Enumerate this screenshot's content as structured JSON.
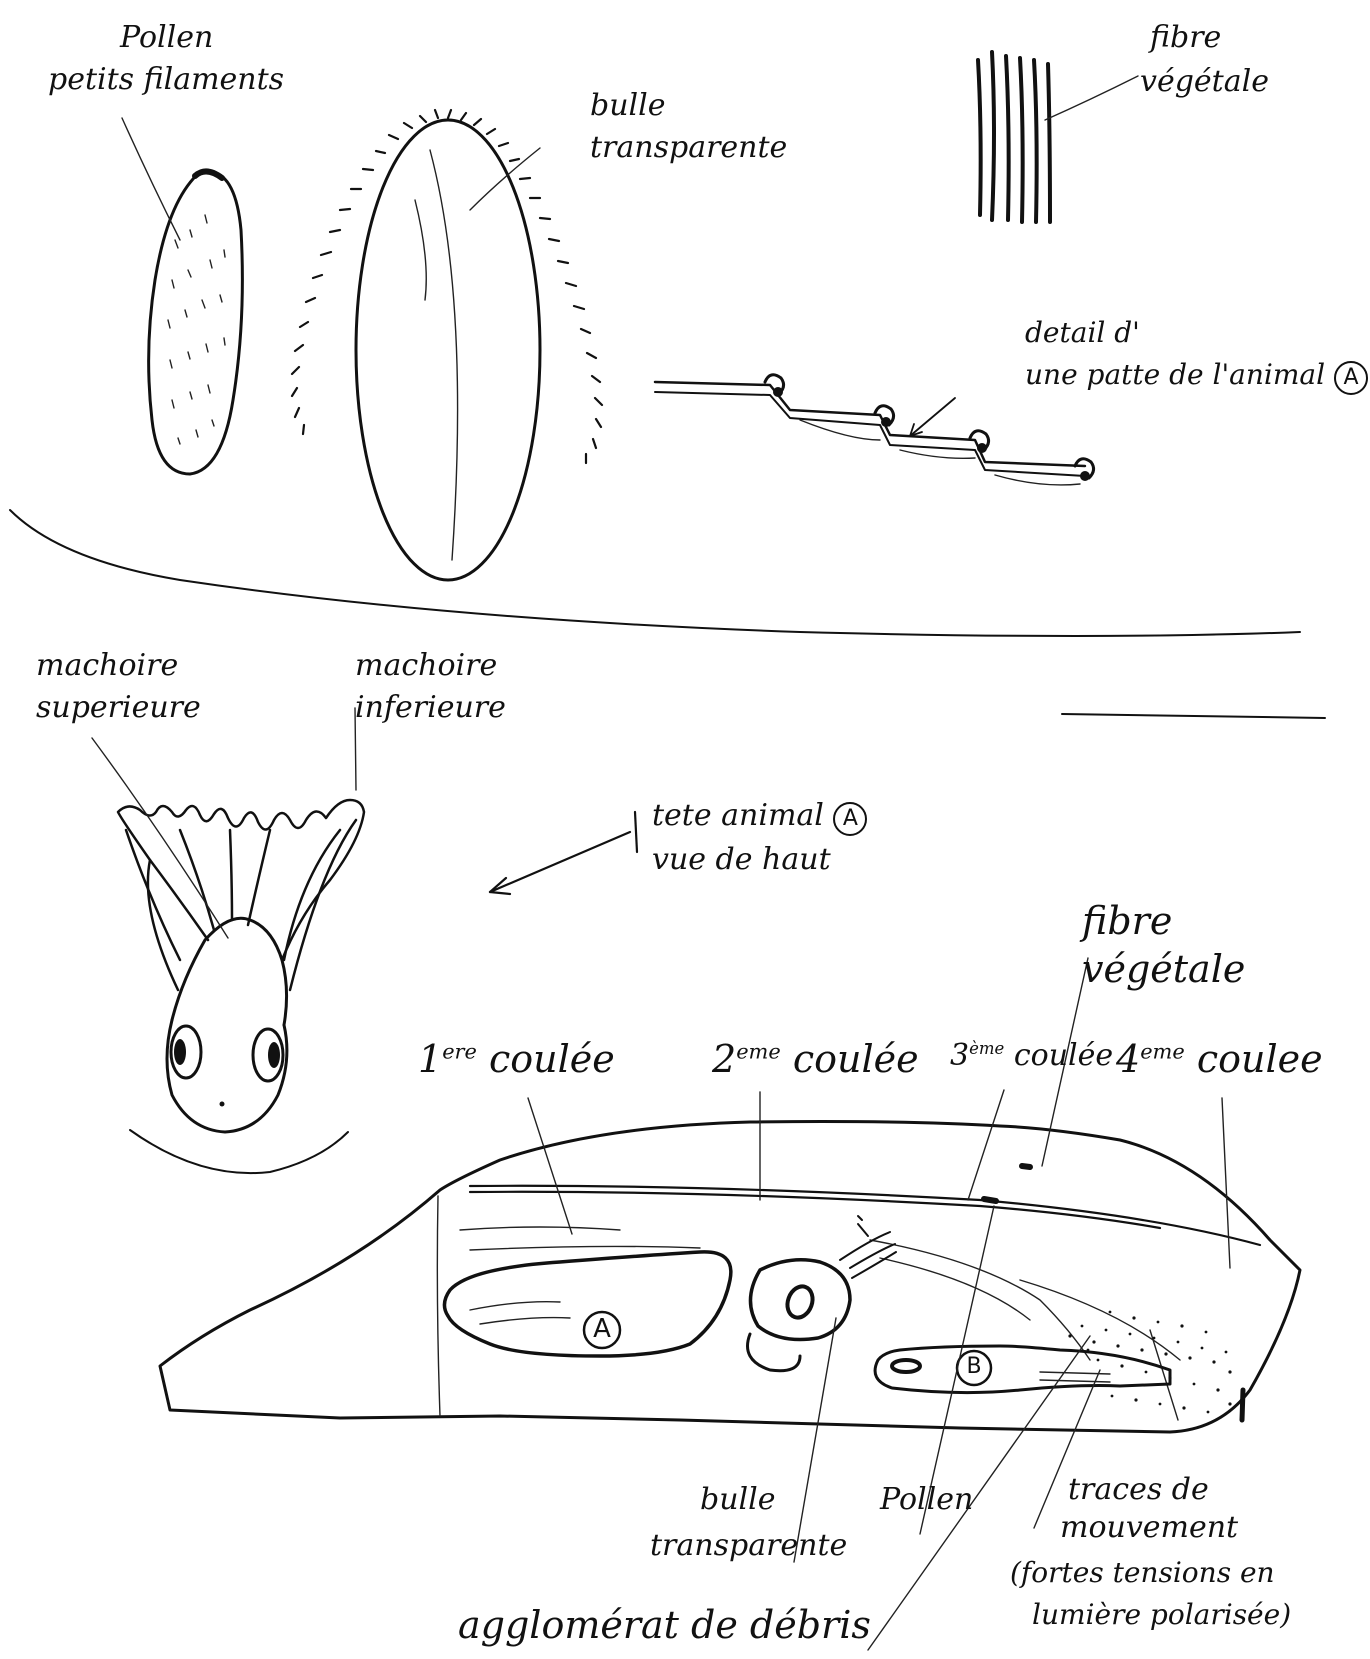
{
  "labels": {
    "pollen_top": "Pollen",
    "pollen_sub": "petits filaments",
    "bulle_top_1": "bulle",
    "bulle_top_2": "transparente",
    "fibre_top_1": "fibre",
    "fibre_top_2": "végétale",
    "detail_1": "detail d'",
    "detail_2": "une patte de l'animal",
    "detail_marker": "A",
    "machoire_sup_1": "machoire",
    "machoire_sup_2": "superieure",
    "machoire_inf_1": "machoire",
    "machoire_inf_2": "inferieure",
    "tete_1": "tete animal",
    "tete_marker": "A",
    "tete_2": "vue de haut",
    "fibre_bottom_1": "fibre",
    "fibre_bottom_2": "végétale",
    "coulee_1_num": "1",
    "coulee_1_sup": "ere",
    "coulee_1_word": "coulée",
    "coulee_2_num": "2",
    "coulee_2_sup": "eme",
    "coulee_2_word": "coulée",
    "coulee_3_num": "3",
    "coulee_3_sup": "ème",
    "coulee_3_word": "coulée",
    "coulee_4_num": "4",
    "coulee_4_sup": "eme",
    "coulee_4_word": "coulee",
    "marker_a": "A",
    "marker_b": "B",
    "bulle_bottom_1": "bulle",
    "bulle_bottom_2": "transparente",
    "pollen_bottom": "Pollen",
    "traces_1": "traces de",
    "traces_2": "mouvement",
    "traces_3": "(fortes tensions en",
    "traces_4": "lumière polarisée)",
    "agglomerat": "agglomérat de débris"
  }
}
